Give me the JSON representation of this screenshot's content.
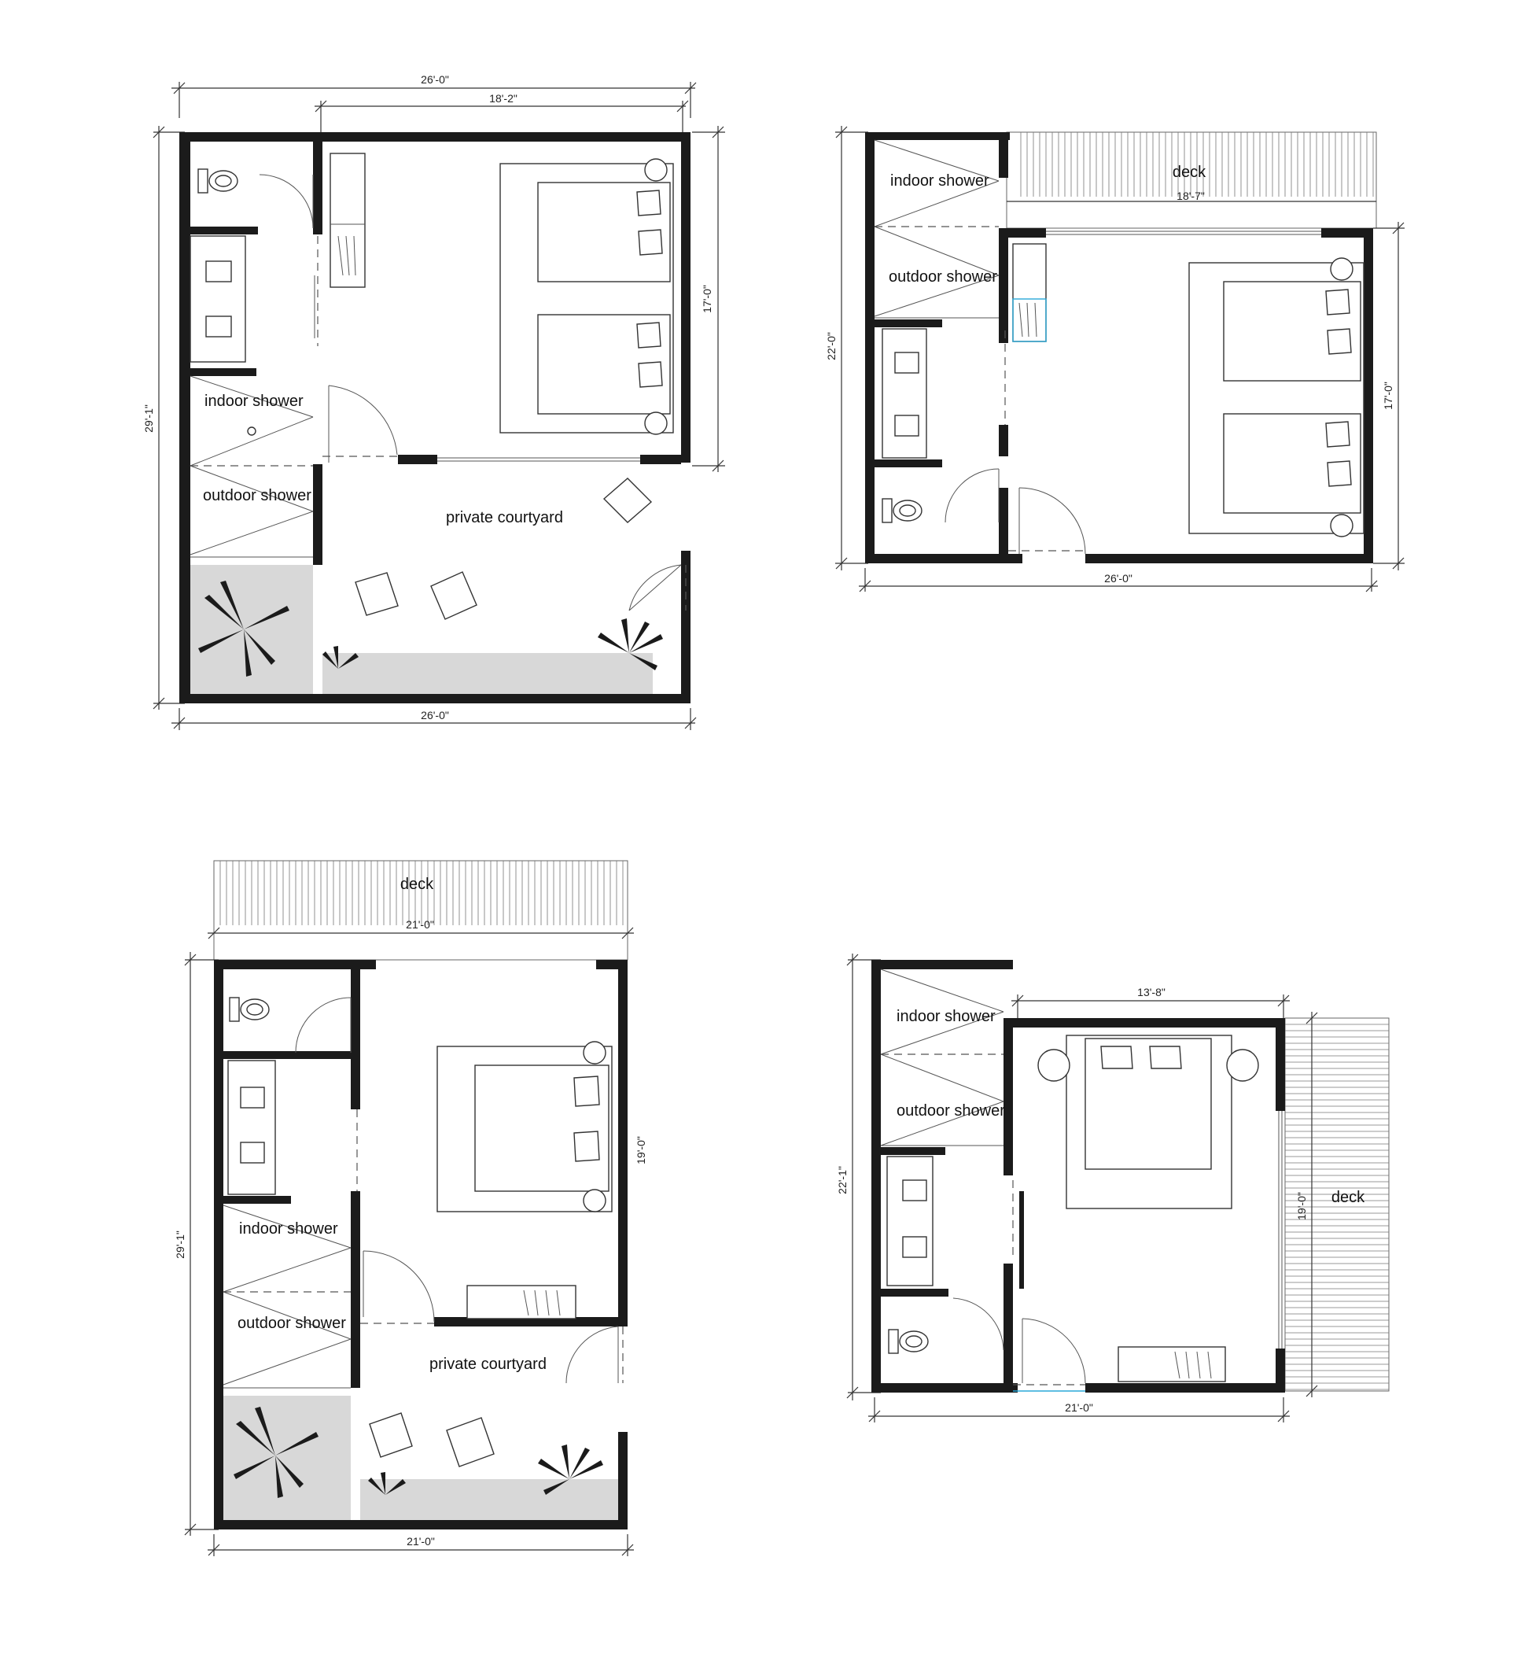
{
  "plans": [
    {
      "id": "plan-1",
      "rooms": {
        "indoor_shower": "indoor shower",
        "outdoor_shower": "outdoor shower",
        "courtyard": "private courtyard"
      },
      "dimensions": {
        "top_overall": "26'-0\"",
        "top_inner": "18'-2\"",
        "right": "17'-0\"",
        "left": "29'-1\"",
        "bottom": "26'-0\""
      }
    },
    {
      "id": "plan-2",
      "rooms": {
        "indoor_shower": "indoor shower",
        "outdoor_shower": "outdoor shower",
        "deck": "deck"
      },
      "dimensions": {
        "deck": "18'-7\"",
        "left": "22'-0\"",
        "right": "17'-0\"",
        "bottom": "26'-0\""
      }
    },
    {
      "id": "plan-3",
      "rooms": {
        "indoor_shower": "indoor shower",
        "outdoor_shower": "outdoor shower",
        "courtyard": "private courtyard",
        "deck": "deck"
      },
      "dimensions": {
        "deck": "21'-0\"",
        "left": "29'-1\"",
        "right": "19'-0\"",
        "bottom": "21'-0\""
      }
    },
    {
      "id": "plan-4",
      "rooms": {
        "indoor_shower": "indoor shower",
        "outdoor_shower": "outdoor shower",
        "deck": "deck"
      },
      "dimensions": {
        "top": "13'-8\"",
        "left": "22'-1\"",
        "right": "19'-0\"",
        "bottom": "21'-0\""
      }
    }
  ]
}
